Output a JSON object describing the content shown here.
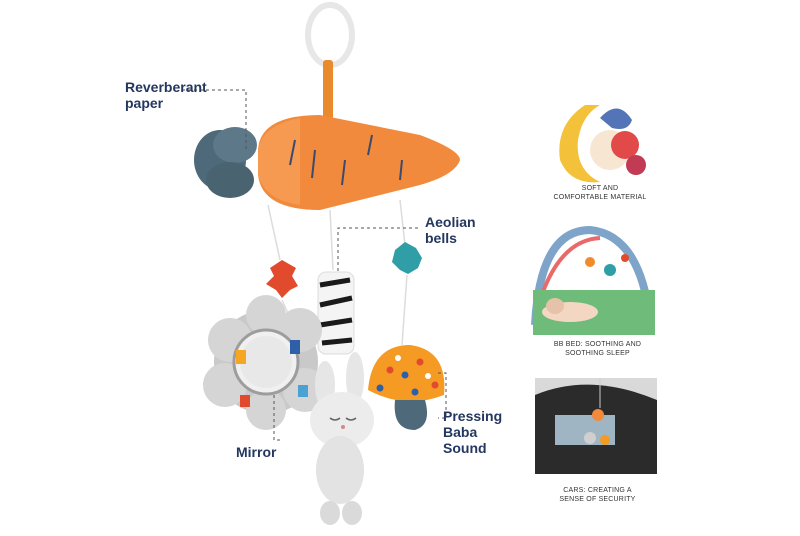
{
  "callouts": {
    "reverberant_line1": "Reverberant",
    "reverberant_line2": "paper",
    "aeolian_line1": "Aeolian",
    "aeolian_line2": "bells",
    "mirror": "Mirror",
    "pressing_line1": "Pressing",
    "pressing_line2": "Baba",
    "pressing_line3": "Sound"
  },
  "features": [
    {
      "line1": "SOFT AND",
      "line2": "COMFORTABLE MATERIAL"
    },
    {
      "line1": "BB BED: SOOTHING AND",
      "line2": "SOOTHING SLEEP"
    },
    {
      "line1": "CARS: CREATING A",
      "line2": "SENSE OF SECURITY"
    }
  ],
  "colors": {
    "label": "#24375f",
    "carrot": "#f18a3d",
    "leaf": "#4e6a7a"
  }
}
